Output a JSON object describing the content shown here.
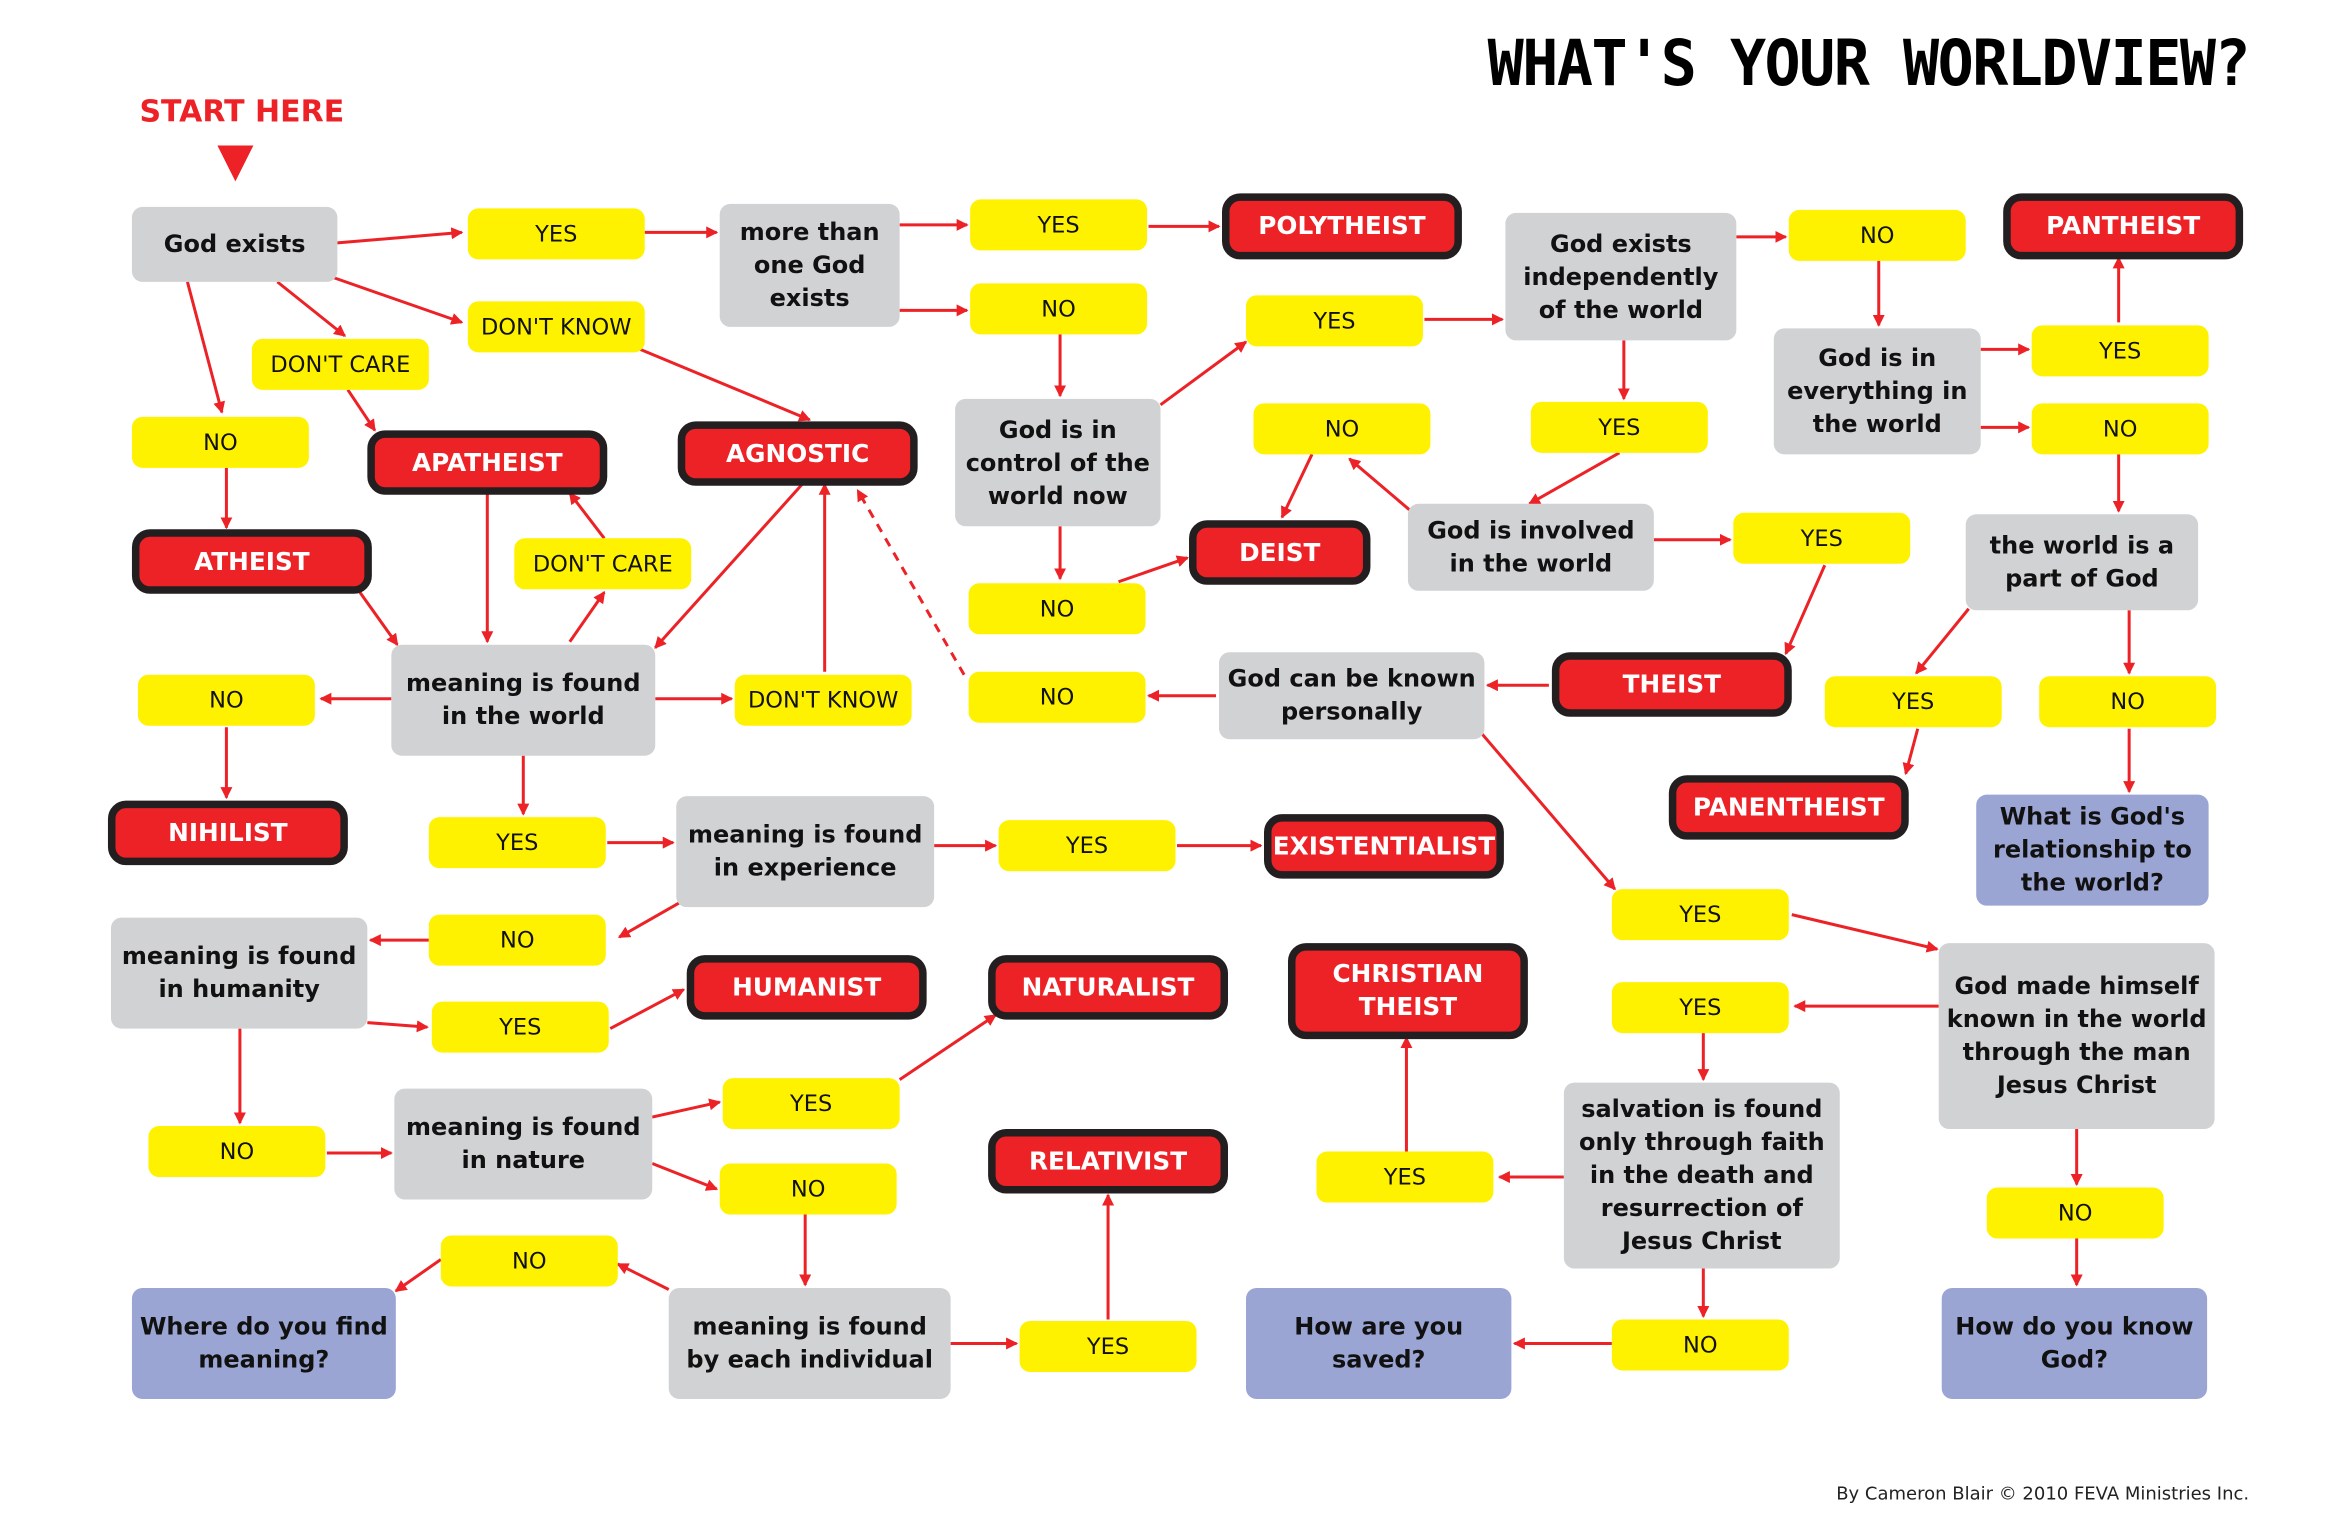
{
  "title": "WHAT'S YOUR WORLDVIEW?",
  "start_label": "START HERE",
  "credit": "By Cameron Blair © 2010 FEVA Ministries Inc.",
  "colors": {
    "arrow": "#ec2227",
    "question": "#d1d2d4",
    "answer": "#fff200",
    "result": "#ec2227",
    "prompt": "#9aa5d4"
  },
  "nodes": [
    {
      "id": "q1",
      "type": "question",
      "text": "God exists"
    },
    {
      "id": "q2",
      "type": "question",
      "text": "more than one God exists"
    },
    {
      "id": "q3",
      "type": "question",
      "text": "God exists independently of the world"
    },
    {
      "id": "q4",
      "type": "question",
      "text": "God is in everything in the world"
    },
    {
      "id": "q5",
      "type": "question",
      "text": "God is in control of the world now"
    },
    {
      "id": "q6",
      "type": "question",
      "text": "God is involved in the world"
    },
    {
      "id": "q7",
      "type": "question",
      "text": "the world is a part of God"
    },
    {
      "id": "q8",
      "type": "question",
      "text": "meaning is found in the world"
    },
    {
      "id": "q9",
      "type": "question",
      "text": "God can be known personally"
    },
    {
      "id": "q10",
      "type": "question",
      "text": "meaning is found in experience"
    },
    {
      "id": "q11",
      "type": "question",
      "text": "meaning is found in humanity"
    },
    {
      "id": "q12",
      "type": "question",
      "text": "God made himself known in the world through the man Jesus Christ"
    },
    {
      "id": "q13",
      "type": "question",
      "text": "meaning is found in nature"
    },
    {
      "id": "q14",
      "type": "question",
      "text": "salvation is found only through faith in the death and resurrection of Jesus Christ"
    },
    {
      "id": "q15",
      "type": "question",
      "text": "meaning is found by each individual"
    },
    {
      "id": "r1",
      "type": "result",
      "text": "POLYTHEIST"
    },
    {
      "id": "r2",
      "type": "result",
      "text": "PANTHEIST"
    },
    {
      "id": "r3",
      "type": "result",
      "text": "APATHEIST"
    },
    {
      "id": "r4",
      "type": "result",
      "text": "AGNOSTIC"
    },
    {
      "id": "r5",
      "type": "result",
      "text": "ATHEIST"
    },
    {
      "id": "r6",
      "type": "result",
      "text": "DEIST"
    },
    {
      "id": "r7",
      "type": "result",
      "text": "THEIST"
    },
    {
      "id": "r8",
      "type": "result",
      "text": "NIHILIST"
    },
    {
      "id": "r9",
      "type": "result",
      "text": "PANENTHEIST"
    },
    {
      "id": "r10",
      "type": "result",
      "text": "EXISTENTIALIST"
    },
    {
      "id": "r11",
      "type": "result",
      "text": "HUMANIST"
    },
    {
      "id": "r12",
      "type": "result",
      "text": "NATURALIST"
    },
    {
      "id": "r13",
      "type": "result",
      "text": "CHRISTIAN THEIST"
    },
    {
      "id": "r14",
      "type": "result",
      "text": "RELATIVIST"
    },
    {
      "id": "b1",
      "type": "prompt",
      "text": "What is God's relationship to the world?"
    },
    {
      "id": "b2",
      "type": "prompt",
      "text": "Where do you find meaning?"
    },
    {
      "id": "b3",
      "type": "prompt",
      "text": "How are you saved?"
    },
    {
      "id": "b4",
      "type": "prompt",
      "text": "How do you know God?"
    },
    {
      "id": "y1",
      "type": "answer",
      "text": "YES"
    },
    {
      "id": "y2",
      "type": "answer",
      "text": "DON'T KNOW"
    },
    {
      "id": "y3",
      "type": "answer",
      "text": "DON'T CARE"
    },
    {
      "id": "y4",
      "type": "answer",
      "text": "NO"
    },
    {
      "id": "y5",
      "type": "answer",
      "text": "YES"
    },
    {
      "id": "y6",
      "type": "answer",
      "text": "NO"
    },
    {
      "id": "y7",
      "type": "answer",
      "text": "YES"
    },
    {
      "id": "y8",
      "type": "answer",
      "text": "NO"
    },
    {
      "id": "y9",
      "type": "answer",
      "text": "YES"
    },
    {
      "id": "y10",
      "type": "answer",
      "text": "NO"
    },
    {
      "id": "y11",
      "type": "answer",
      "text": "YES"
    },
    {
      "id": "y12",
      "type": "answer",
      "text": "NO"
    },
    {
      "id": "y13",
      "type": "answer",
      "text": "DON'T CARE"
    },
    {
      "id": "y14",
      "type": "answer",
      "text": "NO"
    },
    {
      "id": "y15",
      "type": "answer",
      "text": "YES"
    },
    {
      "id": "y16",
      "type": "answer",
      "text": "NO"
    },
    {
      "id": "y17",
      "type": "answer",
      "text": "DON'T KNOW"
    },
    {
      "id": "y18",
      "type": "answer",
      "text": "NO"
    },
    {
      "id": "y19",
      "type": "answer",
      "text": "YES"
    },
    {
      "id": "y20",
      "type": "answer",
      "text": "NO"
    },
    {
      "id": "y21",
      "type": "answer",
      "text": "YES"
    },
    {
      "id": "y22",
      "type": "answer",
      "text": "YES"
    },
    {
      "id": "y23",
      "type": "answer",
      "text": "NO"
    },
    {
      "id": "y24",
      "type": "answer",
      "text": "YES"
    },
    {
      "id": "y25",
      "type": "answer",
      "text": "YES"
    },
    {
      "id": "y26",
      "type": "answer",
      "text": "YES"
    },
    {
      "id": "y27",
      "type": "answer",
      "text": "YES"
    },
    {
      "id": "y28",
      "type": "answer",
      "text": "NO"
    },
    {
      "id": "y29",
      "type": "answer",
      "text": "NO"
    },
    {
      "id": "y30",
      "type": "answer",
      "text": "YES"
    },
    {
      "id": "y31",
      "type": "answer",
      "text": "NO"
    },
    {
      "id": "y32",
      "type": "answer",
      "text": "NO"
    },
    {
      "id": "y33",
      "type": "answer",
      "text": "YES"
    },
    {
      "id": "y34",
      "type": "answer",
      "text": "NO"
    }
  ]
}
